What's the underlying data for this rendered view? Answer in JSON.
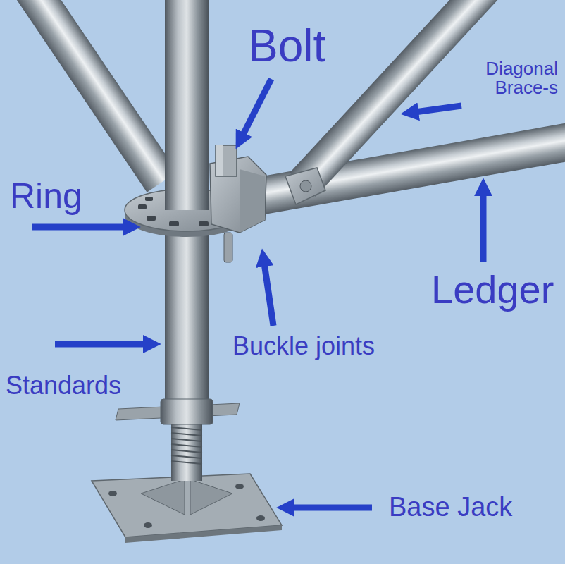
{
  "diagram": {
    "labels": [
      "Bolt",
      "Diagonal Brace-s",
      "Ring",
      "Ledger",
      "Buckle joints",
      "Standards",
      "Base Jack"
    ]
  }
}
